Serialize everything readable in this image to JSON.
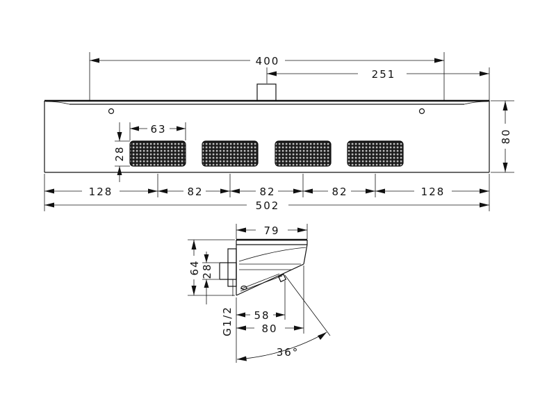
{
  "front_view": {
    "width_total": "502",
    "inlet_span": "400",
    "offset_to_inlet": "251",
    "height": "80",
    "nozzle_width": "63",
    "nozzle_height": "28",
    "outer_offset_left": "128",
    "spacing_1": "82",
    "spacing_2": "82",
    "spacing_3": "82",
    "outer_offset_right": "128"
  },
  "side_view": {
    "depth_top": "79",
    "height": "64",
    "inlet_height": "28",
    "thread": "G1/2",
    "inlet_offset": "58",
    "depth_bottom": "80",
    "tilt_angle": "36°"
  },
  "colors": {
    "ink": "#111111",
    "paper": "#ffffff"
  }
}
